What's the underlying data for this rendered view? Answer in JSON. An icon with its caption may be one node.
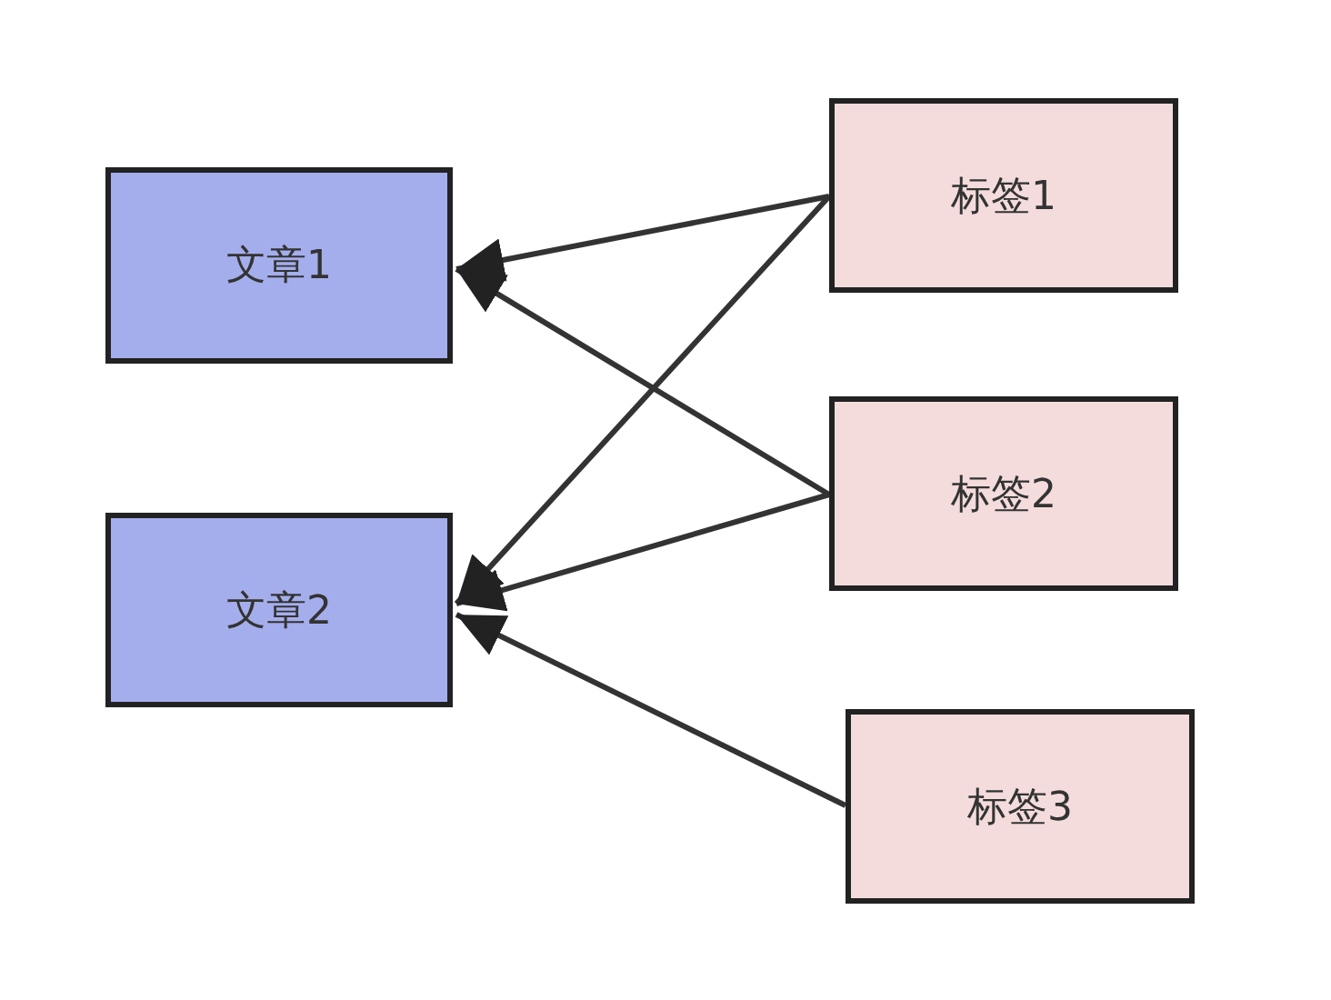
{
  "diagram": {
    "nodes": [
      {
        "text": [
          "文章1"
        ]
      },
      {
        "text": [
          "文章2"
        ]
      },
      {
        "text": [
          "标签1"
        ]
      },
      {
        "text": [
          "标签2"
        ]
      },
      {
        "text": [
          "标签3"
        ]
      }
    ],
    "edges": [
      {
        "from": 2,
        "to": 0,
        "arrow": "to"
      },
      {
        "from": 2,
        "to": 1,
        "arrow": "to"
      },
      {
        "from": 3,
        "to": 0,
        "arrow": "to"
      },
      {
        "from": 3,
        "to": 1,
        "arrow": "to"
      },
      {
        "from": 4,
        "to": 1,
        "arrow": "to"
      }
    ]
  }
}
